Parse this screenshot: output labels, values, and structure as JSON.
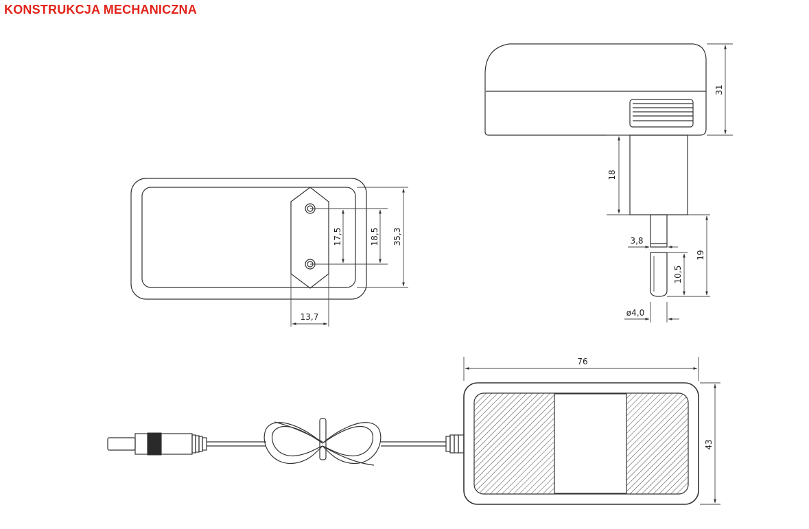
{
  "title": "KONSTRUKCJA MECHANICZNA",
  "dimensions": {
    "pin_spacing": "17,5",
    "pin_outer": "18,5",
    "plug_height": "35,3",
    "plug_width": "13,7",
    "body_height": "31",
    "neck_height": "18",
    "pin_length": "19",
    "pin_tip": "10,5",
    "pin_neck": "3,8",
    "pin_diameter": "ø4,0",
    "body_length": "76",
    "body_width": "43"
  },
  "colors": {
    "title": "#e2231a",
    "line": "#333333"
  }
}
